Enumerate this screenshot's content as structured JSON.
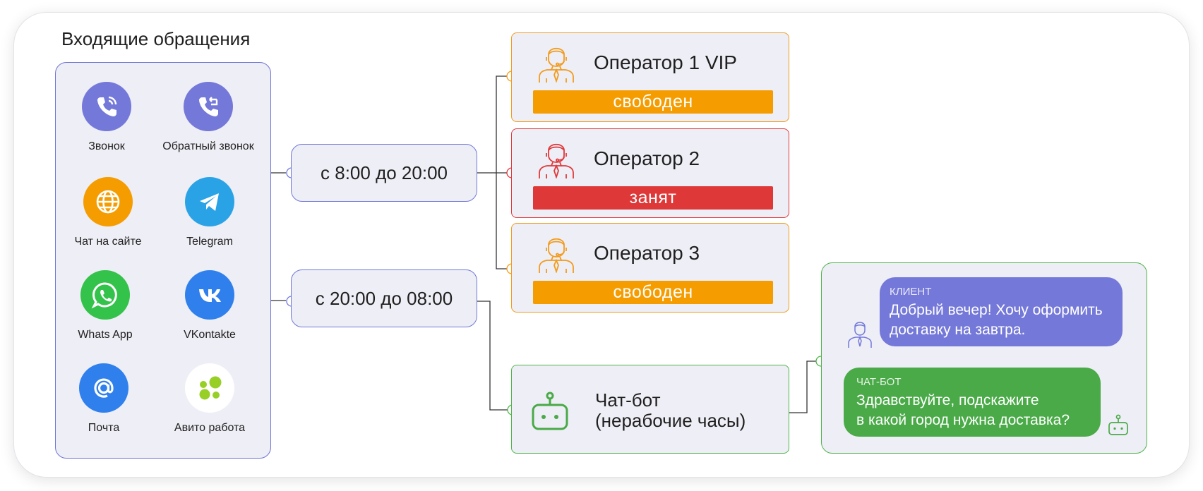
{
  "title": "Входящие обращения",
  "channels": [
    {
      "label": "Звонок",
      "icon": "phone-ringing-icon",
      "color": "#7478d8"
    },
    {
      "label": "Обратный звонок",
      "icon": "callback-phone-icon",
      "color": "#7478d8"
    },
    {
      "label": "Чат на сайте",
      "icon": "globe-icon",
      "color": "#f59c00"
    },
    {
      "label": "Telegram",
      "icon": "telegram-icon",
      "color": "#2aa3e6"
    },
    {
      "label": "Whats App",
      "icon": "whatsapp-icon",
      "color": "#33c24a"
    },
    {
      "label": "VKontakte",
      "icon": "vk-icon",
      "color": "#2f80ed"
    },
    {
      "label": "Почта",
      "icon": "at-sign-icon",
      "color": "#2f80ed"
    },
    {
      "label": "Авито работа",
      "icon": "avito-icon",
      "color": "#97cf26"
    }
  ],
  "schedules": {
    "day": "с 8:00 до 20:00",
    "night": "с 20:00 до 08:00"
  },
  "operators": [
    {
      "name": "Оператор 1 VIP",
      "status": "свободен",
      "state": "free"
    },
    {
      "name": "Оператор 2",
      "status": "занят",
      "state": "busy"
    },
    {
      "name": "Оператор 3",
      "status": "свободен",
      "state": "free"
    }
  ],
  "chatbot": {
    "line1": "Чат-бот",
    "line2": "(нерабочие часы)"
  },
  "chat": {
    "client": {
      "who": "Клиент",
      "line1": "Добрый вечер! Хочу оформить",
      "line2": "доставку на завтра."
    },
    "bot": {
      "who": "Чат-бот",
      "line1": "Здравствуйте, подскажите",
      "line2": "в какой город нужна доставка?"
    }
  },
  "colors": {
    "accent": "#7478d8",
    "free": "#f59c00",
    "busy": "#df3838",
    "bot": "#4aaa48"
  }
}
